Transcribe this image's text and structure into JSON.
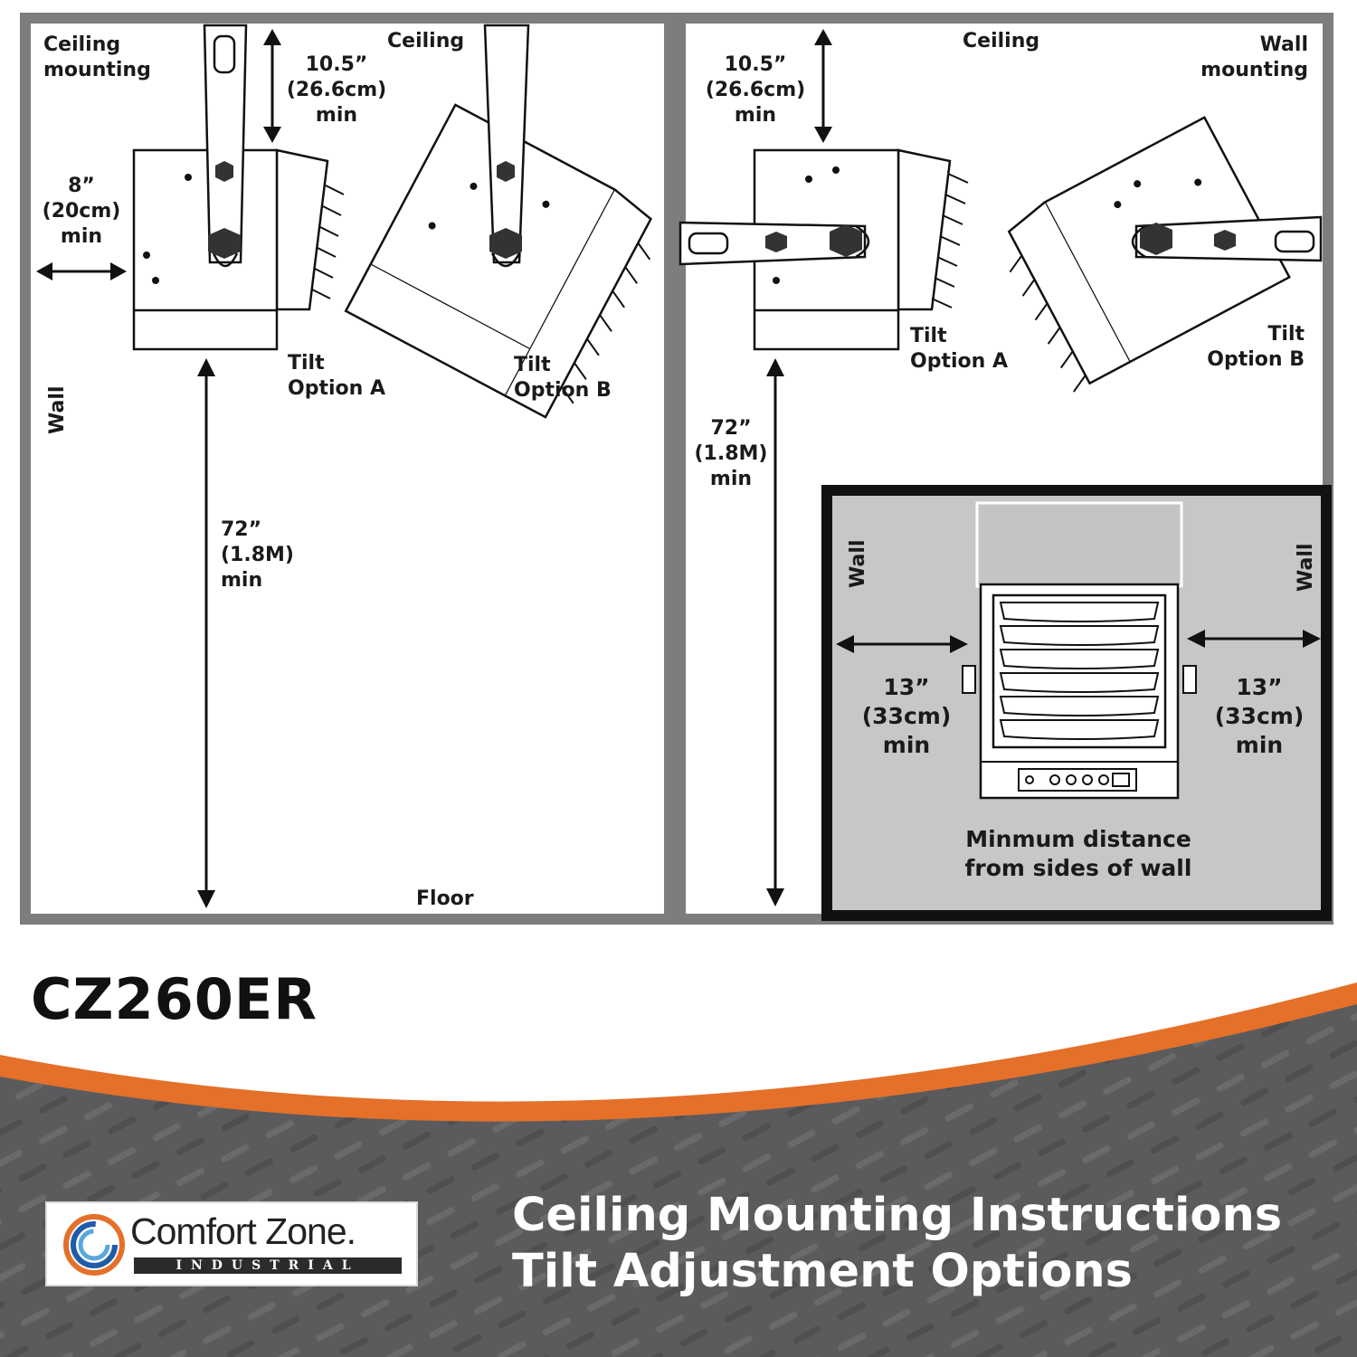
{
  "colors": {
    "frame": "#7d7d7d",
    "inset_bg": "#c7c7c7",
    "banner": "#5b5b5d",
    "accent": "#e4702a"
  },
  "left_panel": {
    "ceiling_mounting": [
      "Ceiling",
      "mounting"
    ],
    "ceiling": "Ceiling",
    "wall": "Wall",
    "floor": "Floor",
    "top_clearance": [
      "10.5”",
      "(26.6cm)",
      "min"
    ],
    "side_clearance": [
      "8”",
      "(20cm)",
      "min"
    ],
    "floor_clearance": [
      "72”",
      "(1.8M)",
      "min"
    ],
    "tilt_a": [
      "Tilt",
      "Option A"
    ],
    "tilt_b": [
      "Tilt",
      "Option B"
    ]
  },
  "right_panel": {
    "ceiling": "Ceiling",
    "wall_mounting": [
      "Wall",
      "mounting"
    ],
    "top_clearance": [
      "10.5”",
      "(26.6cm)",
      "min"
    ],
    "floor_clearance": [
      "72”",
      "(1.8M)",
      "min"
    ],
    "tilt_a": [
      "Tilt",
      "Option A"
    ],
    "tilt_b": [
      "Tilt",
      "Option B"
    ]
  },
  "inset": {
    "wall_left": "Wall",
    "wall_right": "Wall",
    "left_clearance": [
      "13”",
      "(33cm)",
      "min"
    ],
    "right_clearance": [
      "13”",
      "(33cm)",
      "min"
    ],
    "caption": [
      "Minmum distance",
      "from sides of wall"
    ]
  },
  "model": "CZ260ER",
  "banner": {
    "line1": "Ceiling Mounting Instructions",
    "line2": "Tilt Adjustment Options"
  },
  "logo": {
    "name": "Comfort Zone.",
    "sub": "INDUSTRIAL",
    "icon": "swirl-logo-icon"
  }
}
